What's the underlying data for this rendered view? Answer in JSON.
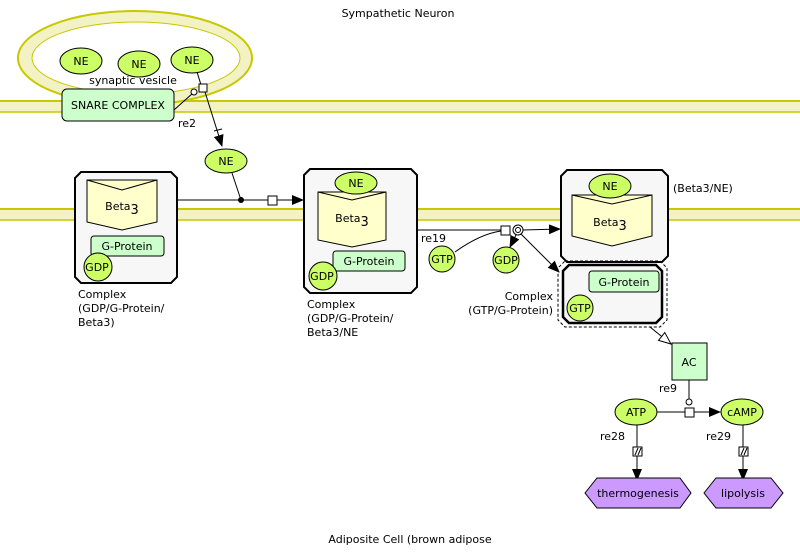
{
  "compartments": {
    "top": "Sympathetic Neuron",
    "bottom": "Adiposite Cell (brown adipose",
    "vesicle": "synaptic vesicle"
  },
  "colors": {
    "membrane": "#c8c800",
    "membrane_fill": "#f2f2c4",
    "simple_molecule": "#ccff66",
    "protein": "#ccffcc",
    "receptor": "#ffffcc",
    "phenotype": "#cc99ff",
    "complex": "#f7f7f7"
  },
  "species": {
    "ne_v1": "NE",
    "ne_v2": "NE",
    "ne_v3": "NE",
    "snare": "SNARE COMPLEX",
    "ne_cleft": "NE",
    "c1_beta": "Beta",
    "c1_beta_sub": "3",
    "c1_gprot": "G-Protein",
    "c1_gdp": "GDP",
    "c1_name1": "Complex",
    "c1_name2": "(GDP/G-Protein/",
    "c1_name3": "Beta3)",
    "c2_ne": "NE",
    "c2_beta": "Beta",
    "c2_beta_sub": "3",
    "c2_gprot": "G-Protein",
    "c2_gdp": "GDP",
    "c2_name1": "Complex",
    "c2_name2": "(GDP/G-Protein/",
    "c2_name3": "Beta3/NE",
    "gtp": "GTP",
    "gdp": "GDP",
    "c3_ne": "NE",
    "c3_beta": "Beta",
    "c3_beta_sub": "3",
    "c3_name": "(Beta3/NE)",
    "c4_gprot": "G-Protein",
    "c4_gtp": "GTP",
    "c4_name1": "Complex",
    "c4_name2": "(GTP/G-Protein)",
    "ac": "AC",
    "atp": "ATP",
    "camp": "cAMP",
    "thermogenesis": "thermogenesis",
    "lipolysis": "lipolysis"
  },
  "reactions": {
    "re2": "re2",
    "re19": "re19",
    "re9": "re9",
    "re28": "re28",
    "re29": "re29"
  }
}
